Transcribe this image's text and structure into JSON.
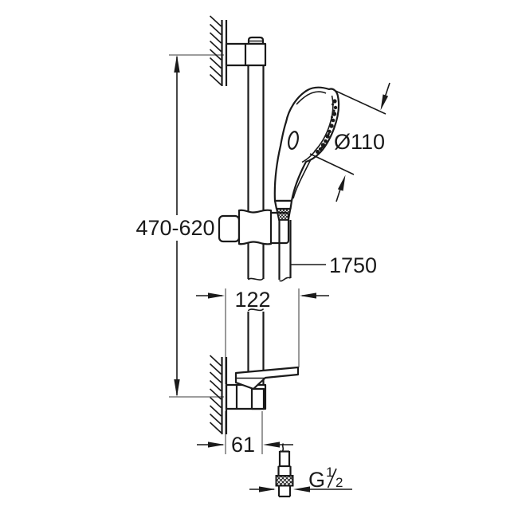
{
  "labels": {
    "rail_height": "470-620",
    "head_diameter": "Ø110",
    "hose_length": "1750",
    "offset_122": "122",
    "offset_61": "61",
    "thread_letter": "G",
    "thread_numerator": "1",
    "thread_denominator": "2"
  },
  "colors": {
    "line": "#1a1a1a",
    "extension_line": "#8f8f8f",
    "background": "#ffffff"
  }
}
